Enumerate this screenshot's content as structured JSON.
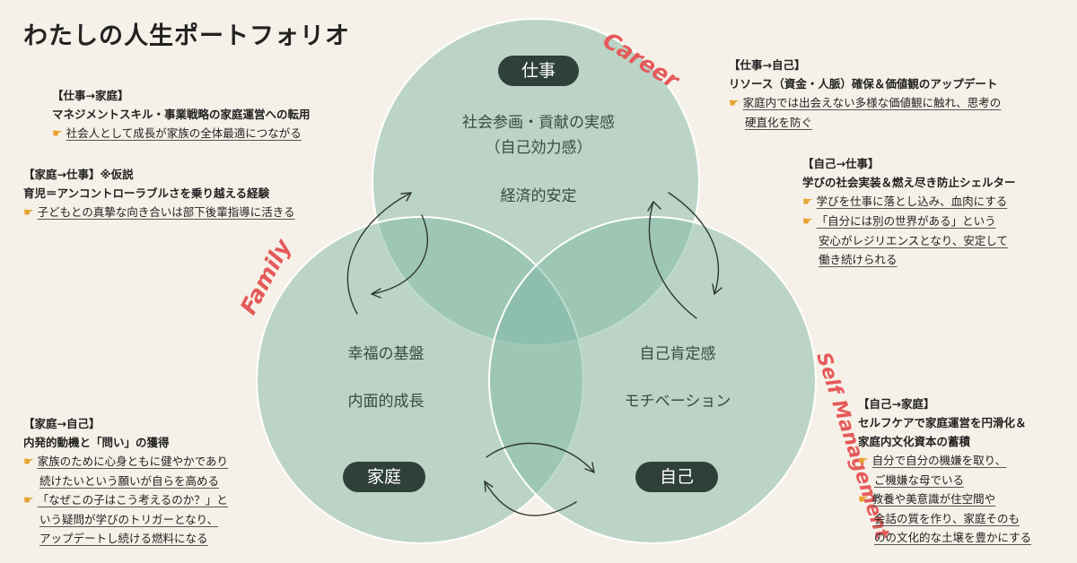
{
  "title": "わたしの人生ポートフォリオ",
  "colors": {
    "circle": "#7fb8a4",
    "pill": "#2f3f3a",
    "curve_label": "#e55a5a",
    "background": "#f6f1e8"
  },
  "circles": {
    "work": {
      "pill": "仕事",
      "lines": [
        "社会参画・貢献の実感",
        "（自己効力感）",
        "経済的安定"
      ],
      "curve_label": "Career"
    },
    "family": {
      "pill": "家庭",
      "lines": [
        "幸福の基盤",
        "内面的成長"
      ],
      "curve_label": "Family"
    },
    "self": {
      "pill": "自己",
      "lines": [
        "自己肯定感",
        "モチベーション"
      ],
      "curve_label": "Self Management"
    }
  },
  "notes": {
    "work_to_family": {
      "head": "【仕事→家庭】",
      "sub": "マネジメントスキル・事業戦略の家庭運営への転用",
      "items": [
        [
          "社会人として成長が家族の全体最適につながる"
        ]
      ]
    },
    "family_to_work": {
      "head": "【家庭→仕事】※仮説",
      "sub": "育児＝アンコントローラブルさを乗り越える経験",
      "items": [
        [
          "子どもとの真摯な向き合いは部下後輩指導に活きる"
        ]
      ]
    },
    "work_to_self": {
      "head": "【仕事→自己】",
      "sub": "リソース（資金・人脈）確保＆価値観のアップデート",
      "items": [
        [
          "家庭内では出会えない多様な価値観に触れ、思考の",
          "硬直化を防ぐ"
        ]
      ]
    },
    "self_to_work": {
      "head": "【自己→仕事】",
      "sub": "学びの社会実装＆燃え尽き防止シェルター",
      "items": [
        [
          "学びを仕事に落とし込み、血肉にする"
        ],
        [
          "「自分には別の世界がある」という",
          "安心がレジリエンスとなり、安定して",
          "働き続けられる"
        ]
      ]
    },
    "family_to_self": {
      "head": "【家庭→自己】",
      "sub": "内発的動機と「問い」の獲得",
      "items": [
        [
          "家族のために心身ともに健やかであり",
          "続けたいという願いが自らを高める"
        ],
        [
          "「なぜこの子はこう考えるのか？」と",
          "いう疑問が学びのトリガーとなり、",
          "アップデートし続ける燃料になる"
        ]
      ]
    },
    "self_to_family": {
      "head": "【自己→家庭】",
      "sub": "セルフケアで家庭運営を円滑化＆",
      "sub2": "家庭内文化資本の蓄積",
      "items": [
        [
          "自分で自分の機嫌を取り、",
          "ご機嫌な母でいる"
        ],
        [
          "教養や美意識が住空間や",
          "会話の質を作り、家庭そのも",
          "のの文化的な土壌を豊かにする"
        ]
      ]
    }
  }
}
